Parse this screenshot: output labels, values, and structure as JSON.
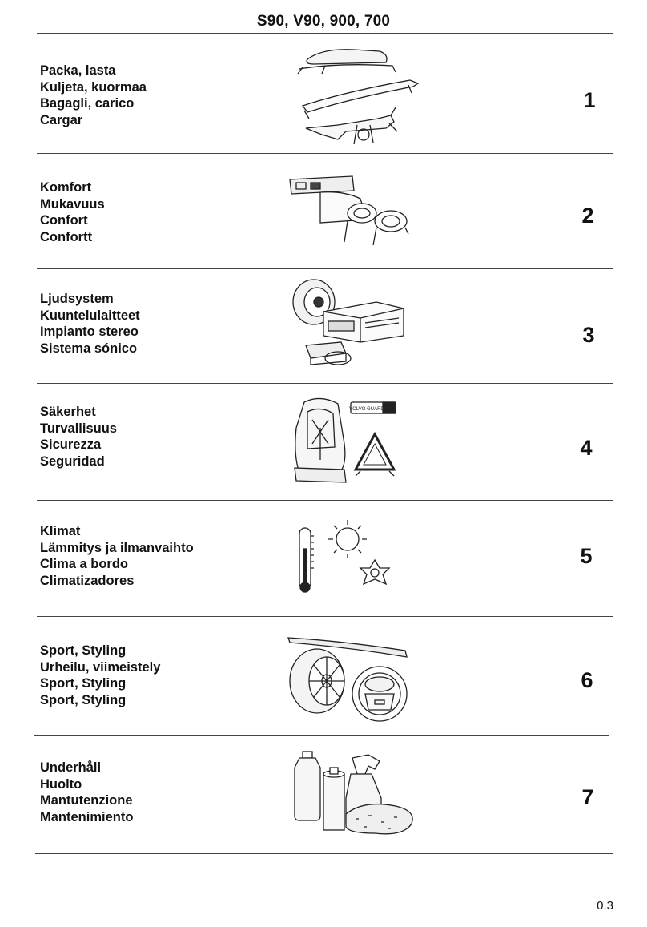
{
  "header": {
    "title": "S90, V90, 900, 700"
  },
  "sections": [
    {
      "number": "1",
      "labels": [
        "Packa, lasta",
        "Kuljeta, kuormaa",
        "Bagagli, carico",
        "Cargar"
      ],
      "icon": "roof-box-towbar-icon"
    },
    {
      "number": "2",
      "labels": [
        "Komfort",
        "Mukavuus",
        "Confort",
        "Confortt"
      ],
      "icon": "cupholder-icon"
    },
    {
      "number": "3",
      "labels": [
        "Ljudsystem",
        "Kuuntelulaitteet",
        "Impianto stereo",
        "Sistema sónico"
      ],
      "icon": "speaker-radio-icon"
    },
    {
      "number": "4",
      "labels": [
        "Säkerhet",
        "Turvallisuus",
        "Sicurezza",
        "Seguridad"
      ],
      "icon": "child-seat-triangle-icon",
      "badge": "VOLVO GUARD"
    },
    {
      "number": "5",
      "labels": [
        "Klimat",
        "Lämmitys ja ilmanvaihto",
        "Clima a bordo",
        "Climatizadores"
      ],
      "icon": "thermometer-sun-snow-icon"
    },
    {
      "number": "6",
      "labels": [
        "Sport, Styling",
        "Urheilu, viimeistely",
        "Sport, Styling",
        "Sport, Styling"
      ],
      "icon": "spoiler-wheel-steering-icon"
    },
    {
      "number": "7",
      "labels": [
        "Underhåll",
        "Huolto",
        "Mantutenzione",
        "Mantenimiento"
      ],
      "icon": "cleaning-products-icon"
    }
  ],
  "footer": {
    "page_number": "0.3"
  }
}
